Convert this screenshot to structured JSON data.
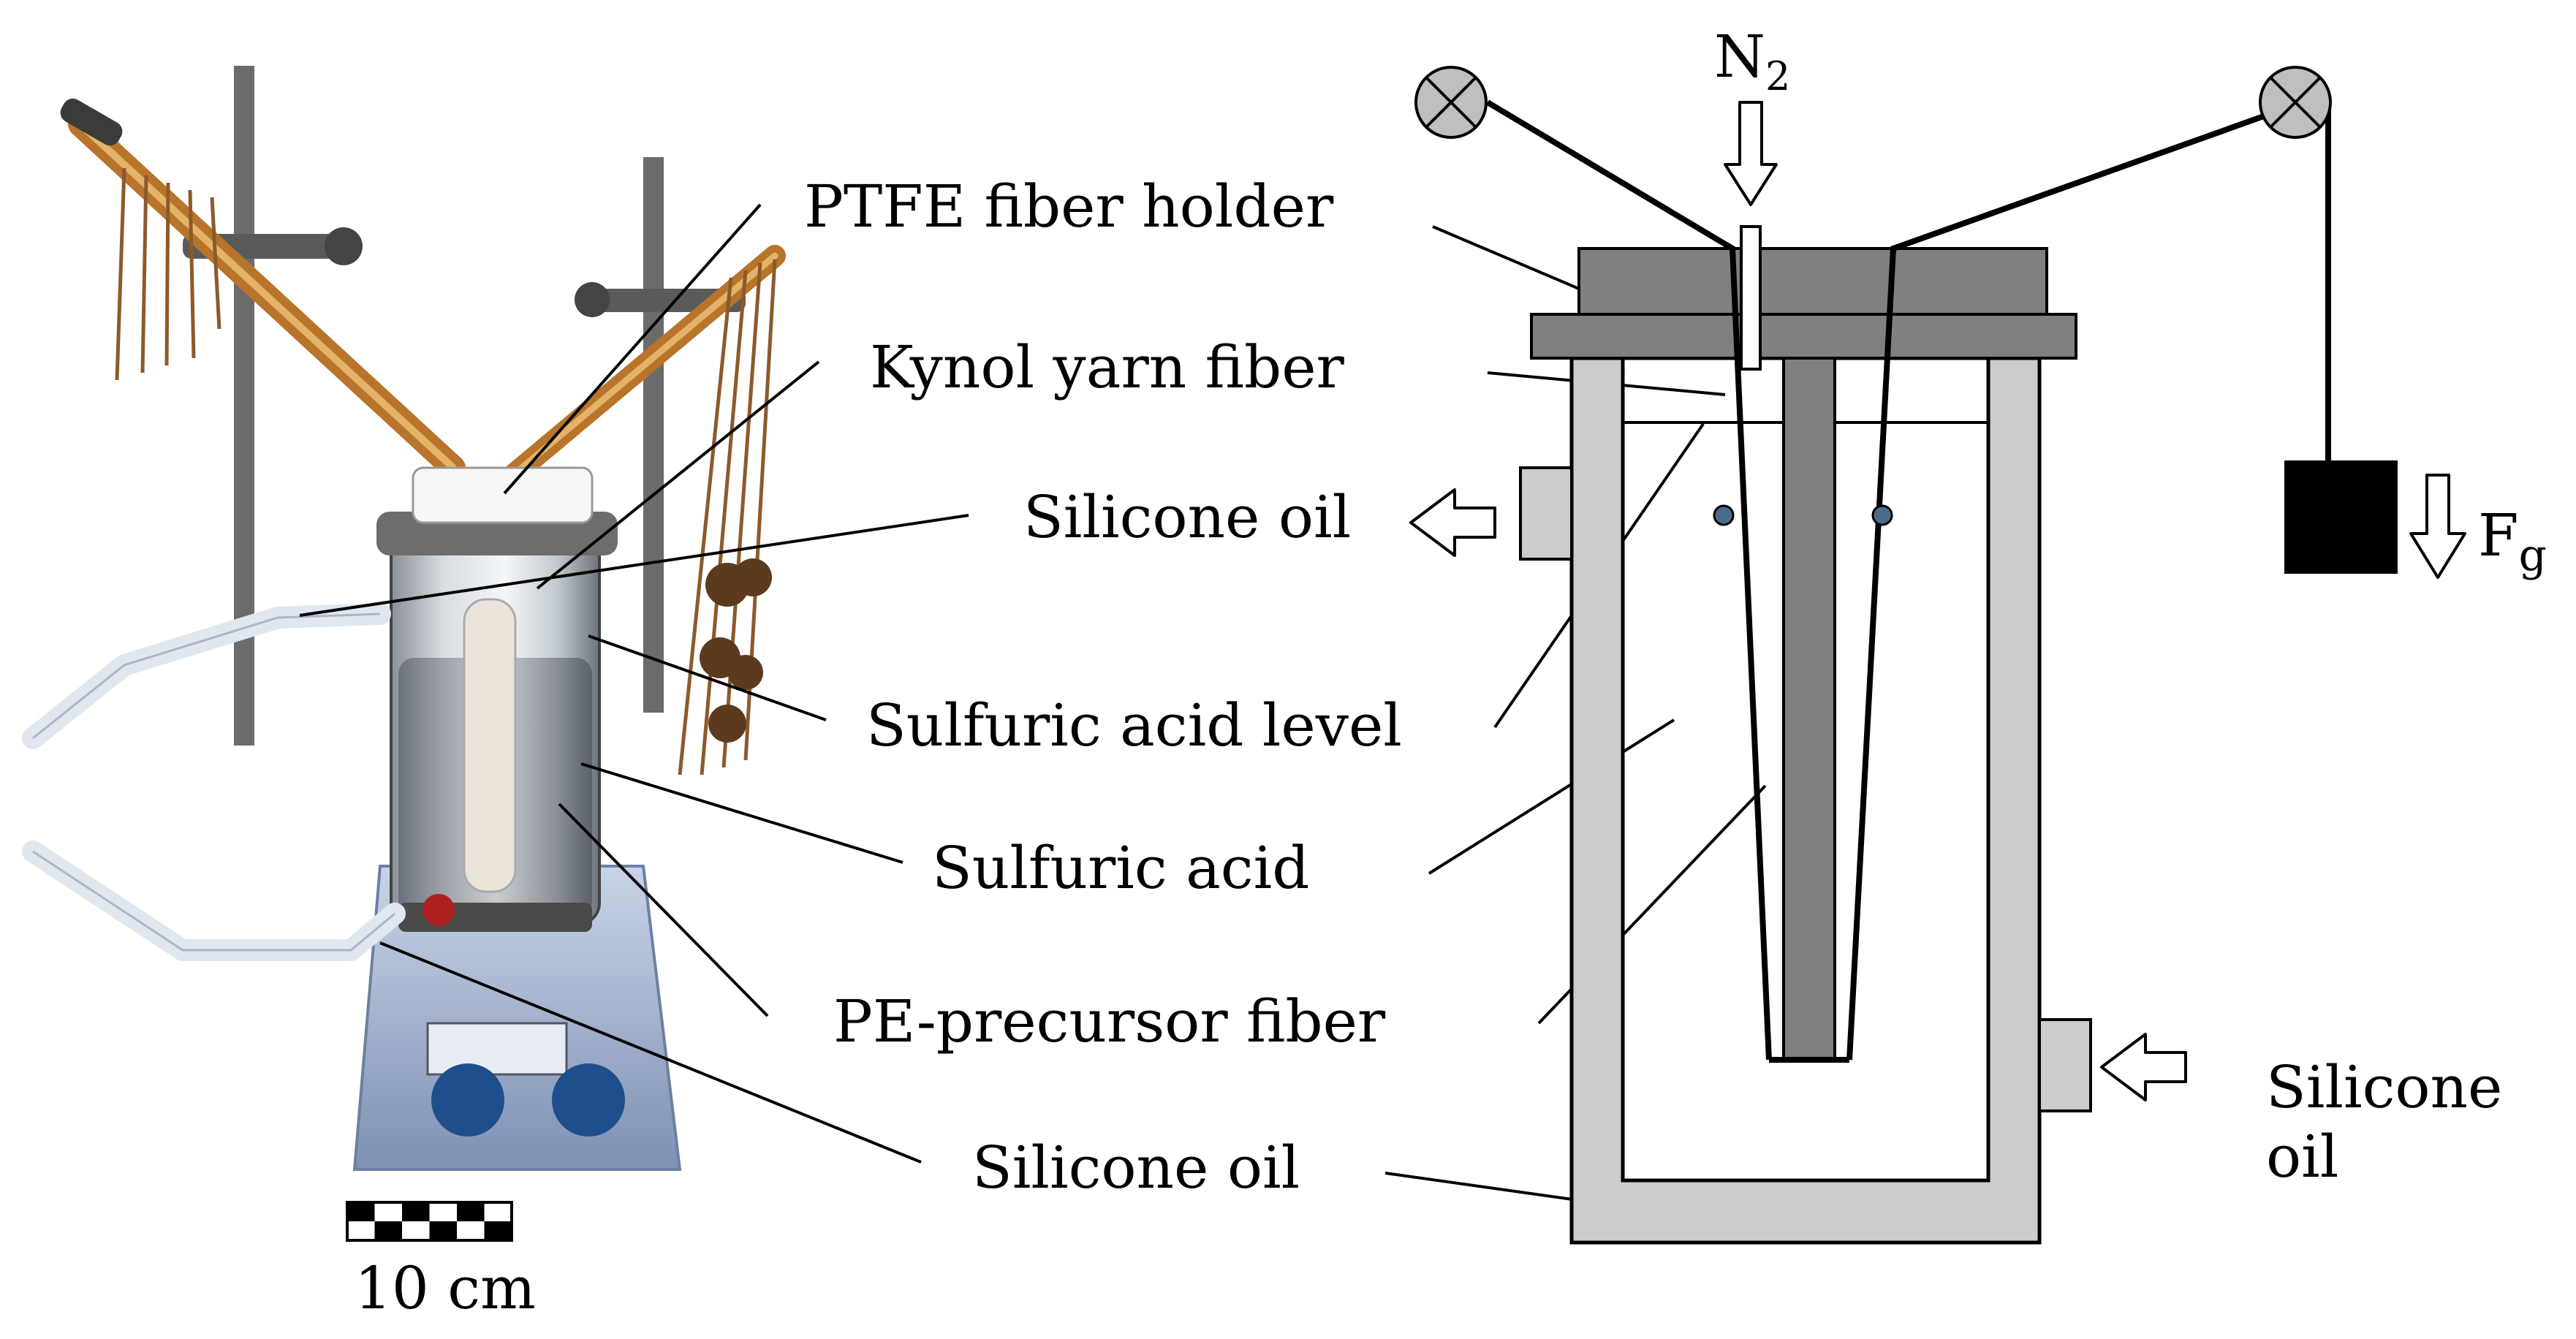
{
  "colors": {
    "vessel_wall": "#cccccc",
    "lid": "#808080",
    "rod": "#808080",
    "weight": "#000000",
    "pulley": "#bfbfbf",
    "bead": "#4a6c8c",
    "background": "#ffffff"
  },
  "photo": {
    "labels": {
      "ptfe_holder": "PTFE fiber holder",
      "kynol_yarn": "Kynol yarn fiber",
      "silicone_oil_top": "Silicone oil",
      "acid_level": "Sulfuric acid level",
      "acid": "Sulfuric acid",
      "pe_fiber": "PE-precursor fiber",
      "silicone_oil_bottom": "Silicone oil"
    },
    "scale_bar": {
      "label": "10 cm"
    }
  },
  "diagram": {
    "gas_inlet": {
      "symbol": "N",
      "subscript": "2"
    },
    "force": {
      "symbol": "F",
      "subscript": "g"
    },
    "silicone_oil_in": {
      "line1": "Silicone",
      "line2": "oil"
    },
    "icons": [
      "pulley-icon",
      "arrow-down-icon",
      "arrow-left-icon",
      "weight-icon"
    ]
  }
}
